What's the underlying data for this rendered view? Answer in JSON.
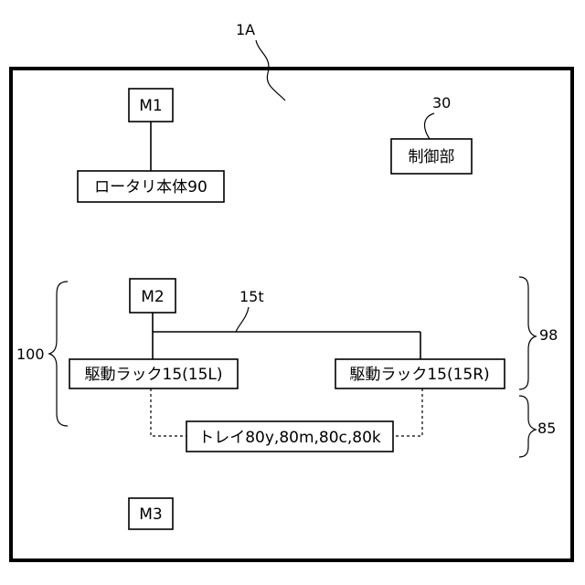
{
  "figure": {
    "ref_device": "1A",
    "ref_controller": "30",
    "ref_linkage": "15t",
    "ref_group_left": "100",
    "ref_group_right_top": "98",
    "ref_group_right_bottom": "85"
  },
  "boxes": {
    "m1": "M1",
    "rotary_body": "ロータリ本体90",
    "controller": "制御部",
    "m2": "M2",
    "drive_rack_left": "駆動ラック15(15L)",
    "drive_rack_right": "駆動ラック15(15R)",
    "trays": "トレイ80y,80m,80c,80k",
    "m3": "M3"
  }
}
